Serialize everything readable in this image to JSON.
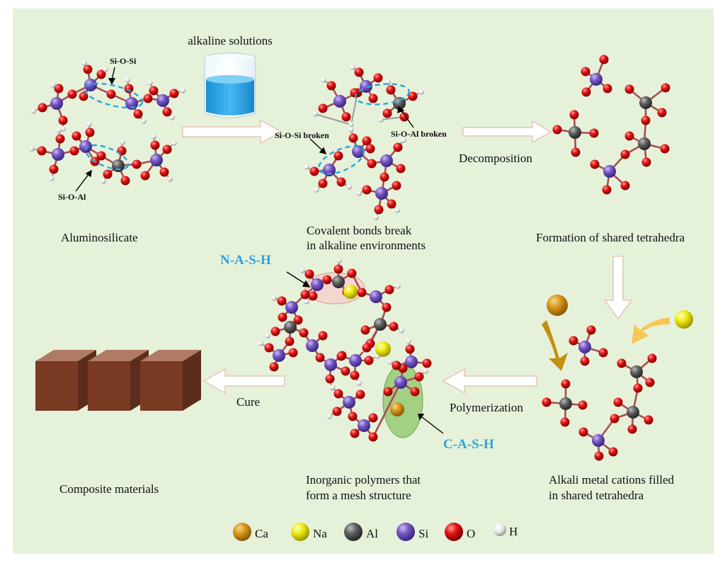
{
  "labels": {
    "alkaline_solutions": "alkaline solutions",
    "si_o_si": "Si-O-Si",
    "si_o_al": "Si-O-Al",
    "si_o_si_broken": "Si-O-Si broken",
    "si_o_al_broken": "Si-O-Al broken",
    "aluminosilicate": "Aluminosilicate",
    "covalent_line1": "Covalent bonds break",
    "covalent_line2": "in alkaline environments",
    "decomposition": "Decomposition",
    "shared_tetrahedra": "Formation of shared tetrahedra",
    "nash": "N-A-S-H",
    "cash": "C-A-S-H",
    "cure": "Cure",
    "polymerization": "Polymerization",
    "inorganic_line1": "Inorganic polymers that",
    "inorganic_line2": "form a mesh structure",
    "alkali_line1": "Alkali metal cations filled",
    "alkali_line2": "in shared tetrahedra",
    "composite": "Composite materials"
  },
  "legend": [
    {
      "symbol": "Ca",
      "color": "#d89a1e"
    },
    {
      "symbol": "Na",
      "color": "#f2ee10"
    },
    {
      "symbol": "Al",
      "color": "#5e5e5e"
    },
    {
      "symbol": "Si",
      "color": "#7b5cc2"
    },
    {
      "symbol": "O",
      "color": "#e01414"
    },
    {
      "symbol": "H",
      "color": "#f4f4f4"
    }
  ]
}
